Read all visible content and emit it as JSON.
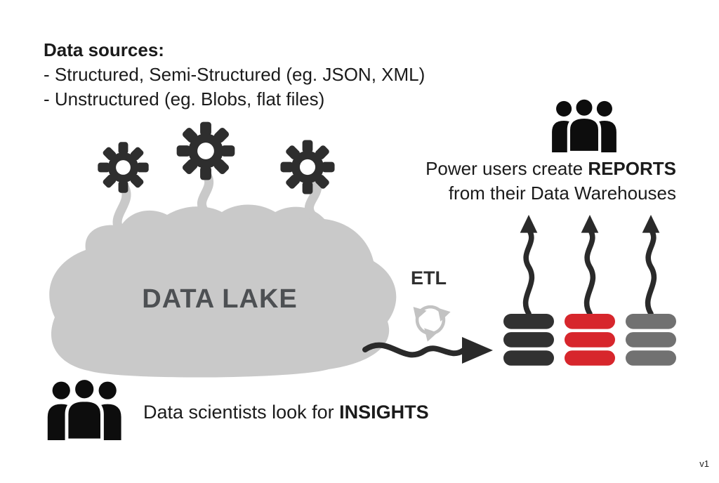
{
  "version": "v1",
  "data_sources": {
    "title": "Data sources:",
    "line1": "- Structured, Semi-Structured (eg. JSON, XML)",
    "line2": "- Unstructured (eg. Blobs, flat files)"
  },
  "lake": {
    "label": "DATA LAKE"
  },
  "etl": {
    "label": "ETL"
  },
  "power_users": {
    "line1_regular": "Power users create ",
    "line1_bold": "REPORTS",
    "line2": "from their Data Warehouses"
  },
  "data_scientists": {
    "regular": "Data scientists look for ",
    "bold": "INSIGHTS"
  },
  "colors": {
    "gear": "#2e2e2e",
    "people": "#0d0d0d",
    "lake": "#c9c9c9",
    "lake_label": "#4d5053",
    "arrow": "#2a2a2a",
    "recycle": "#c2c2c2",
    "text": "#1b1b1b",
    "warehouse_dark": "#313131",
    "warehouse_red": "#d7262c",
    "warehouse_gray": "#717171"
  },
  "icons": {
    "pipeline_gears": {
      "name": "gear-icon",
      "count": 3
    },
    "power_users_group": "users-icon",
    "data_scientists_group": "users-icon",
    "etl": "recycle-icon",
    "warehouses": {
      "name": "database-icon",
      "count": 3
    },
    "flows": {
      "name": "wavy-arrow-icon",
      "count": 4
    }
  }
}
